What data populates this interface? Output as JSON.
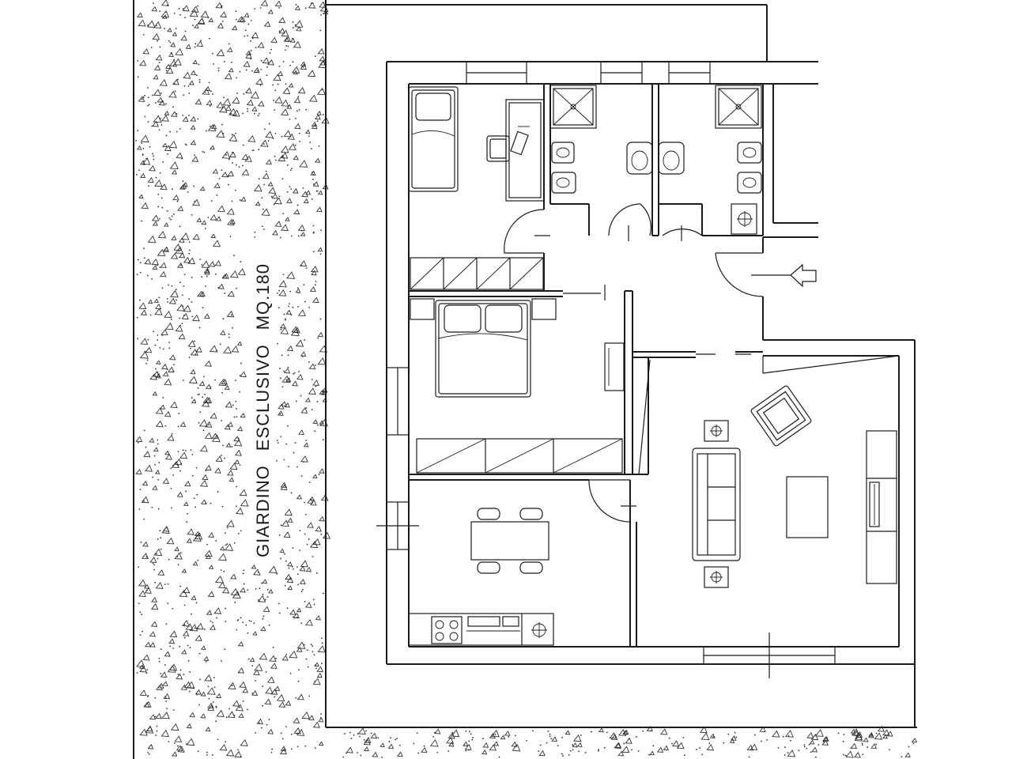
{
  "garden": {
    "label_word1": "GIARDINO",
    "label_word2": "ESCLUSIVO",
    "label_word3": "MQ.180"
  },
  "colors": {
    "line": "#1a1a1a",
    "background": "#ffffff",
    "gravel_mark": "#333333"
  },
  "icons": {
    "entrance": "arrow-left-icon",
    "fixtures": "circle-cross-icon"
  }
}
